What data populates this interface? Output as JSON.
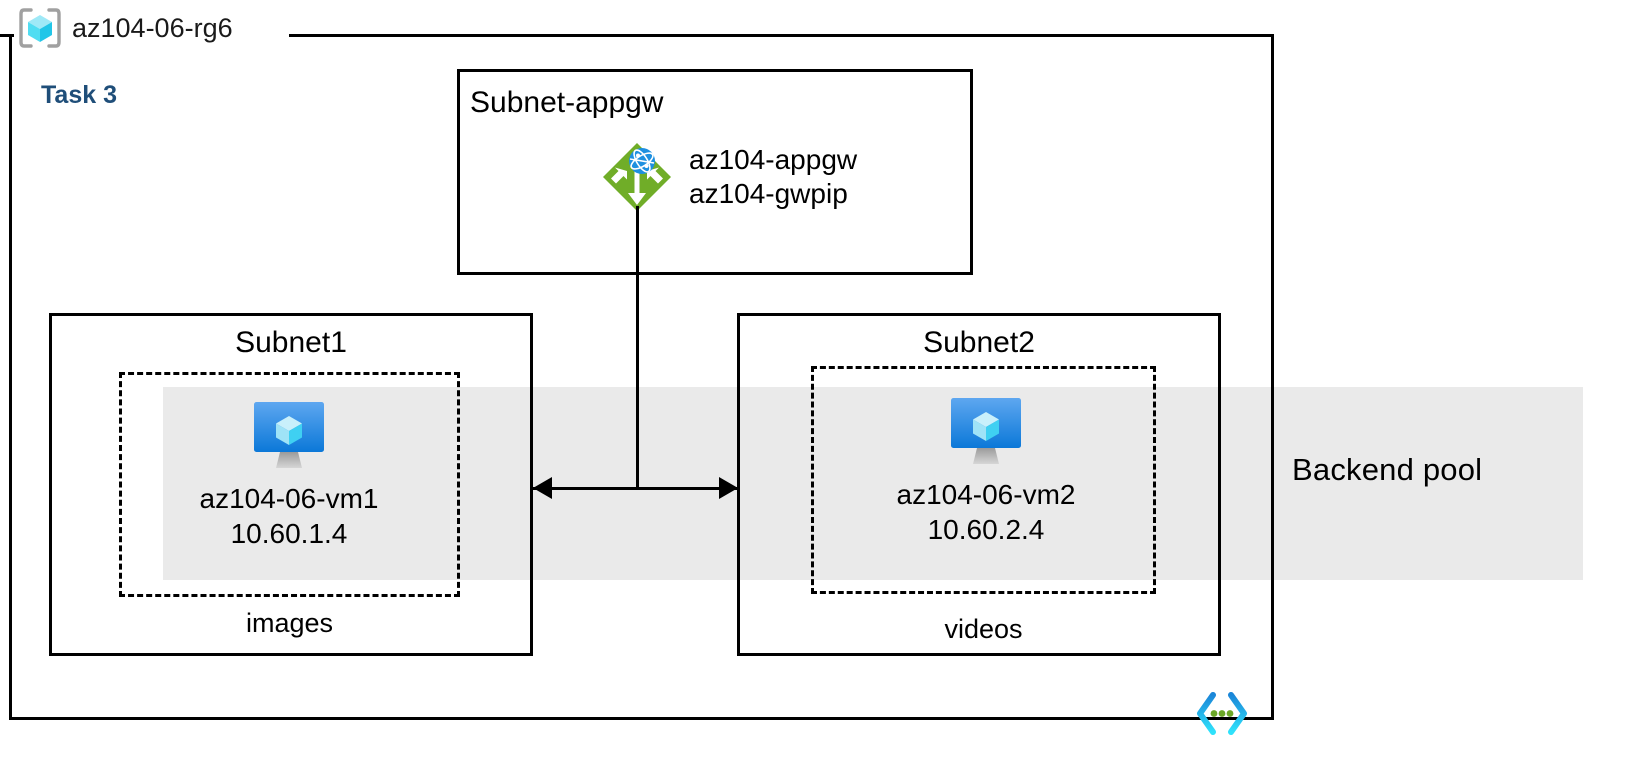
{
  "diagram": {
    "resource_group": {
      "icon": "resource-group-cube-icon",
      "name": "az104-06-rg6"
    },
    "task_label": "Task 3",
    "task_label_color": "#1F4E79",
    "backend_pool": {
      "label": "Backend pool",
      "band_color": "#EAEAEA"
    },
    "corner_icon": "code-brackets-icon",
    "subnets": [
      {
        "id": "subnet-appgw",
        "title": "Subnet-appgw",
        "title_align": "left",
        "resource": {
          "icon": "application-gateway-icon",
          "icon_color": "#70AD28",
          "names": [
            "az104-appgw",
            "az104-gwpip"
          ]
        }
      },
      {
        "id": "subnet1",
        "title": "Subnet1",
        "title_align": "center",
        "vm": {
          "icon": "virtual-machine-icon",
          "name": "az104-06-vm1",
          "ip": "10.60.1.4"
        },
        "storage_label": "images"
      },
      {
        "id": "subnet2",
        "title": "Subnet2",
        "title_align": "center",
        "vm": {
          "icon": "virtual-machine-icon",
          "name": "az104-06-vm2",
          "ip": "10.60.2.4"
        },
        "storage_label": "videos"
      }
    ]
  }
}
